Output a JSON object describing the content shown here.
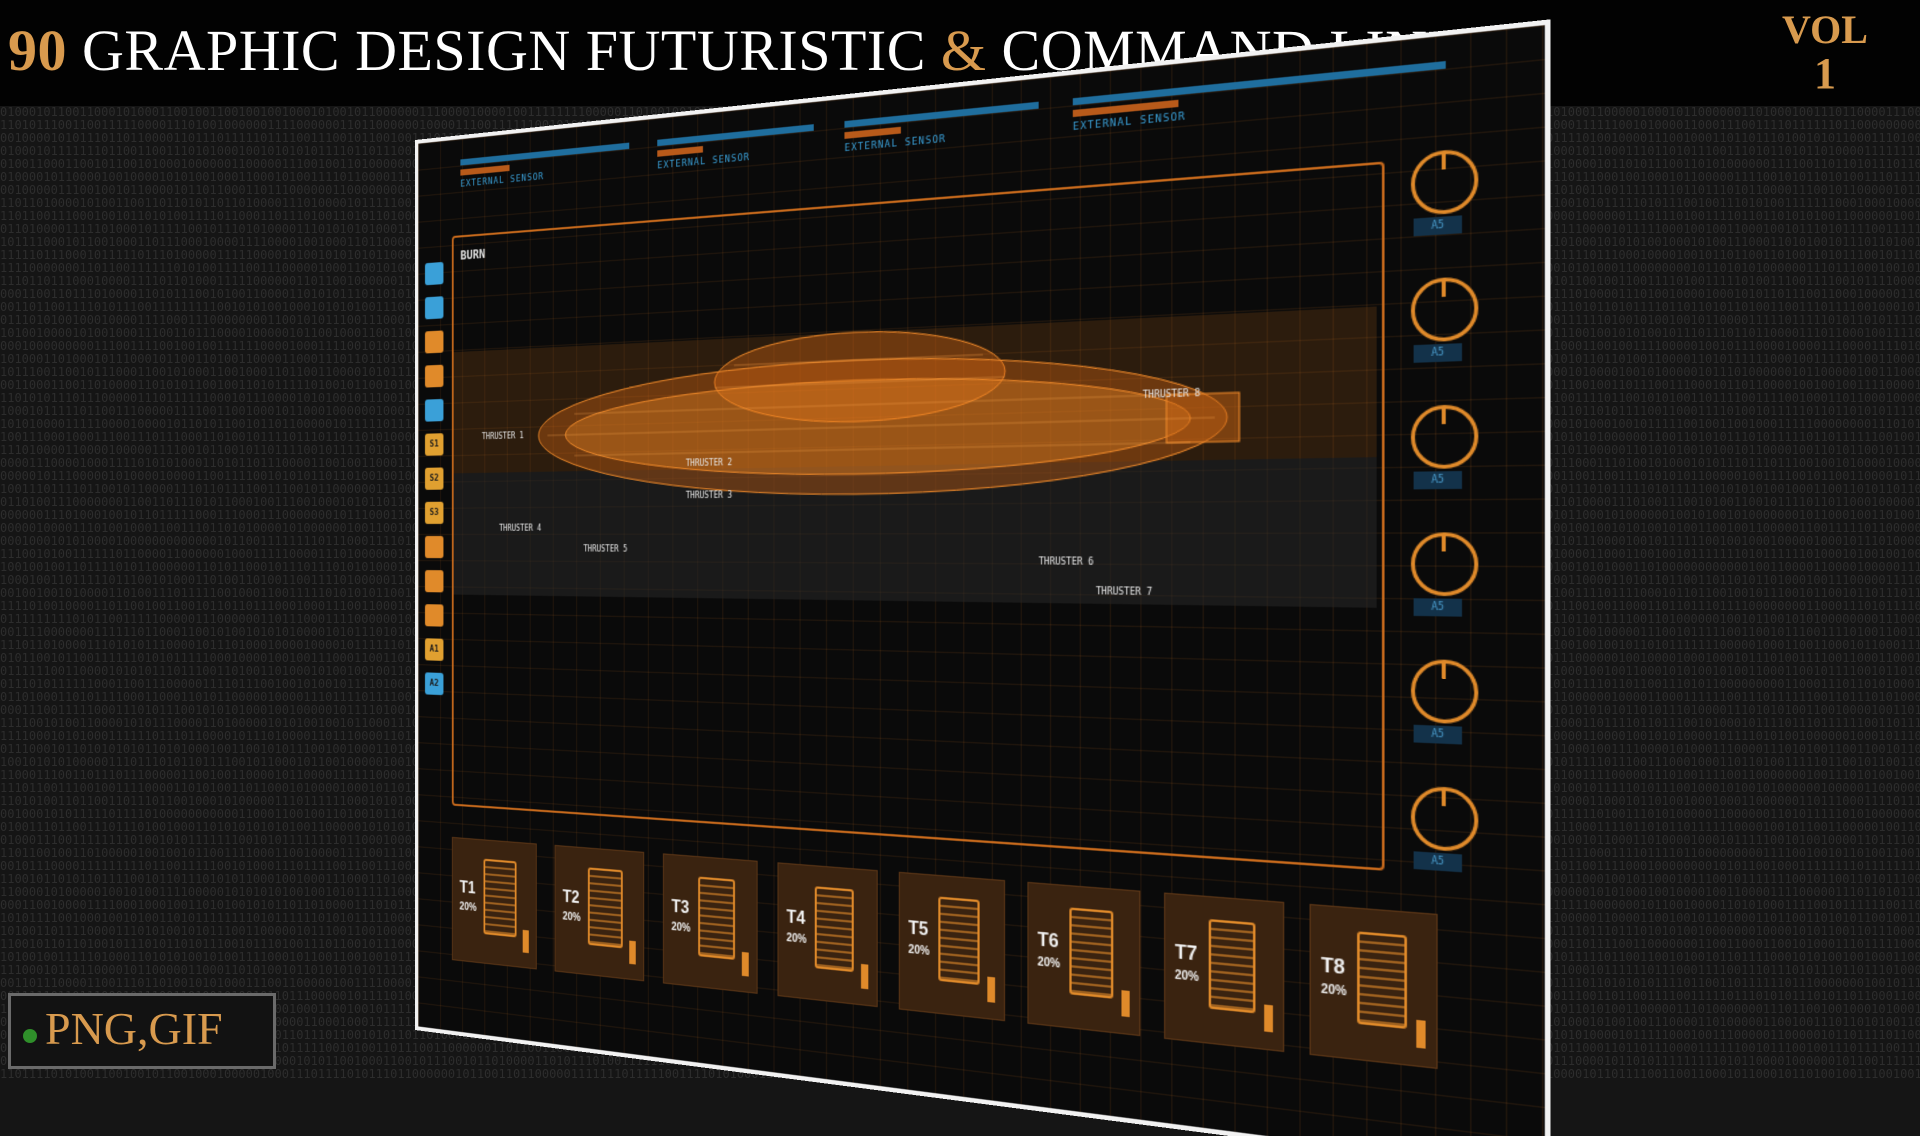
{
  "header": {
    "count": "90",
    "title_part1": "GRAPHIC DESIGN FUTURISTIC",
    "ampersand": "&",
    "title_part2": "COMMAND LINE",
    "vol_label": "VOL",
    "vol_number": "1"
  },
  "hud": {
    "sensors": [
      "EXTERNAL SENSOR",
      "EXTERNAL SENSOR",
      "EXTERNAL SENSOR",
      "EXTERNAL SENSOR"
    ],
    "panel_title": "BURN",
    "side_icons": [
      "",
      "",
      "",
      "",
      "",
      "S1",
      "S2",
      "S3",
      "",
      "",
      "",
      "A1",
      "A2"
    ],
    "knob_tag": "A5",
    "thruster_labels": [
      "THRUSTER 1",
      "THRUSTER 2",
      "THRUSTER 3",
      "THRUSTER 4",
      "THRUSTER 5",
      "THRUSTER 6",
      "THRUSTER 7",
      "THRUSTER 8"
    ],
    "thrusters": [
      {
        "name": "T1",
        "percent": "20%"
      },
      {
        "name": "T2",
        "percent": "20%"
      },
      {
        "name": "T3",
        "percent": "20%"
      },
      {
        "name": "T4",
        "percent": "20%"
      },
      {
        "name": "T5",
        "percent": "20%"
      },
      {
        "name": "T6",
        "percent": "20%"
      },
      {
        "name": "T7",
        "percent": "20%"
      },
      {
        "name": "T8",
        "percent": "20%"
      }
    ]
  },
  "badge": {
    "formats": "PNG,GIF"
  },
  "colors": {
    "accent": "#d89a4e",
    "hud_orange": "#e08a2a",
    "hud_blue": "#3aa0d8",
    "dot": "#2f8f2a"
  }
}
